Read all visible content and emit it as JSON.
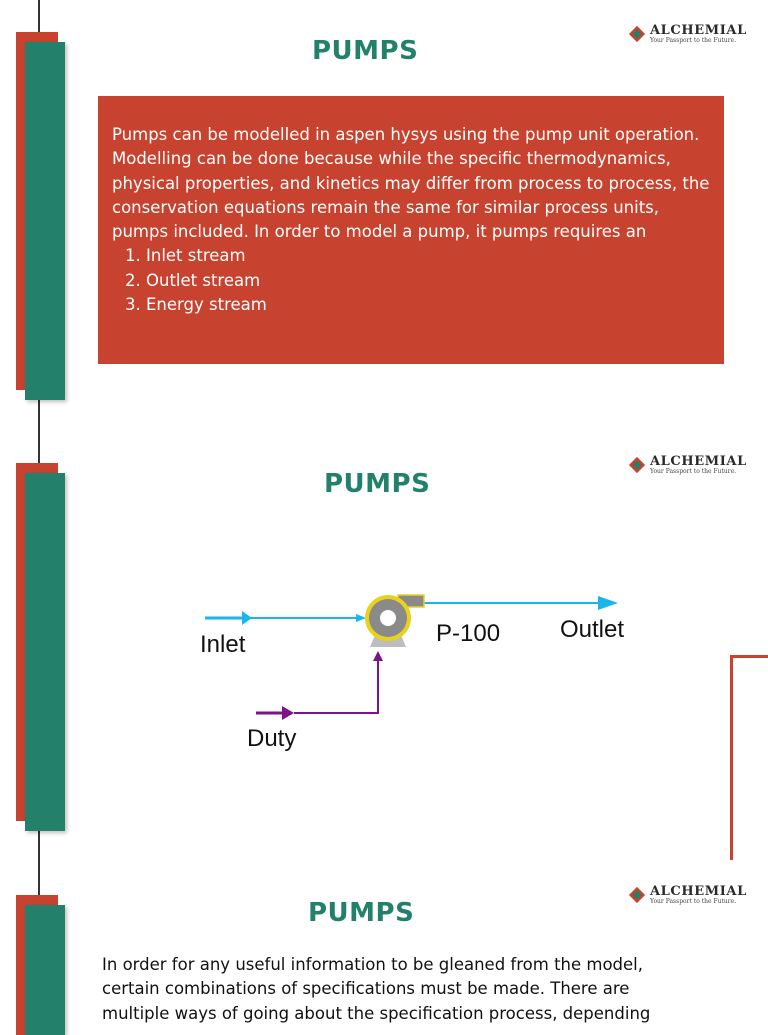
{
  "brand": {
    "name": "ALCHEMIAL",
    "tagline": "Your Passport to the Future."
  },
  "slide1": {
    "title": "PUMPS",
    "paragraph": "Pumps can be modelled in aspen hysys using the pump unit operation. Modelling can be done because while the specific thermodynamics, physical properties, and kinetics may differ from process to process, the conservation equations remain the same for similar process units, pumps included. In order to model a pump, it pumps requires an",
    "list": [
      "Inlet stream",
      "Outlet stream",
      "Energy stream"
    ]
  },
  "slide2": {
    "title": "PUMPS",
    "diagram": {
      "inlet_label": "Inlet",
      "outlet_label": "Outlet",
      "pump_label": "P-100",
      "duty_label": "Duty",
      "colors": {
        "material_stream": "#1ab6ea",
        "energy_stream": "#7a1487",
        "pump_body": "#8a8a8a",
        "pump_ring": "#e8d21a"
      }
    }
  },
  "slide3": {
    "title": "PUMPS",
    "paragraph": "In order for any useful information to be gleaned from the model, certain combinations of specifications must be made. There are multiple ways of going about the specification process, depending"
  }
}
